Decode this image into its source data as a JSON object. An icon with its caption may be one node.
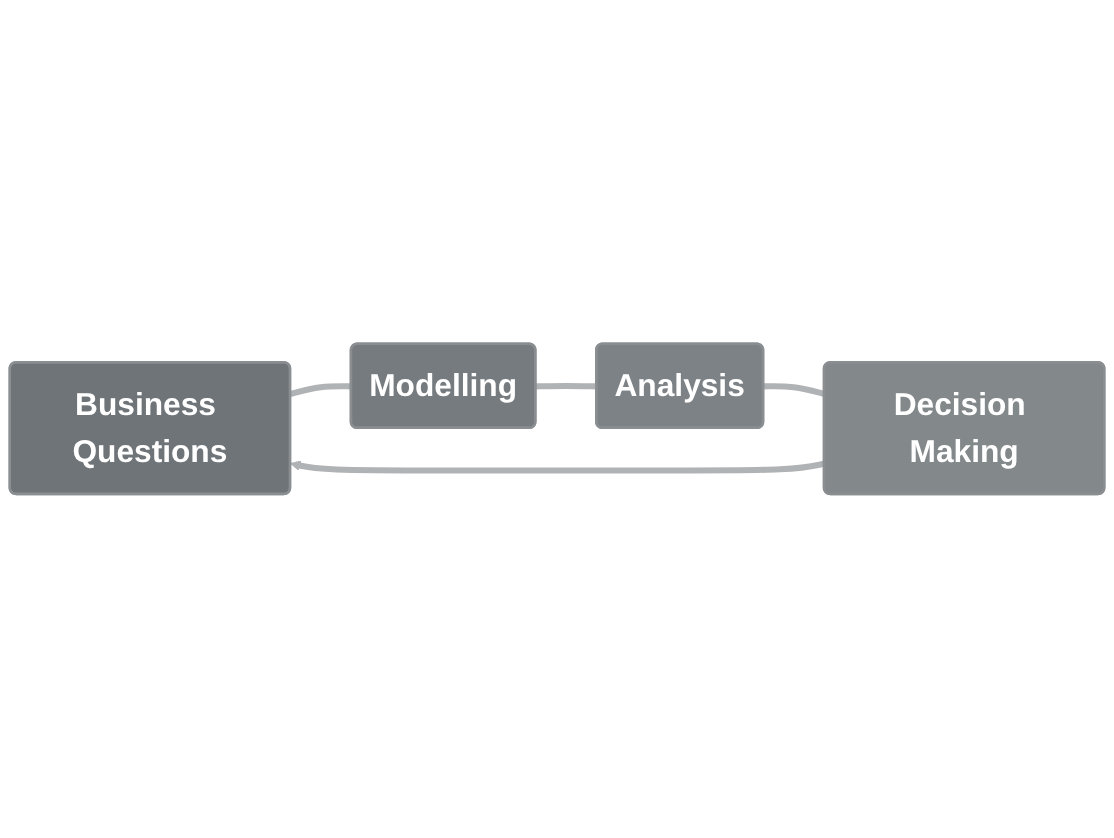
{
  "diagram": {
    "nodes": [
      {
        "text": [
          "Business Questions"
        ]
      },
      {
        "text": [
          "Modelling"
        ]
      },
      {
        "text": [
          "Analysis"
        ]
      },
      {
        "text": [
          "Decision Making"
        ]
      }
    ],
    "edges": [
      {
        "from": 0,
        "to": 1,
        "arrow": "none"
      },
      {
        "from": 1,
        "to": 2,
        "arrow": "none"
      },
      {
        "from": 2,
        "to": 3,
        "arrow": "none"
      },
      {
        "from": 3,
        "to": 0,
        "arrow": "to"
      }
    ]
  }
}
